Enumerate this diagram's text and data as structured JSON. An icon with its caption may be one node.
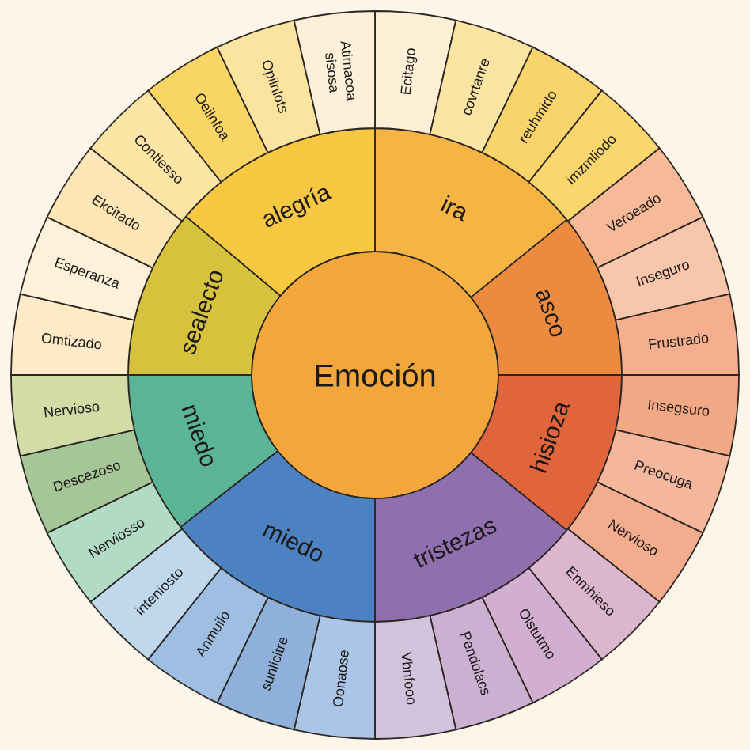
{
  "diagram": {
    "nodes": [
      {
        "text": [
          "Emoción"
        ]
      },
      {
        "text": [
          "ira"
        ]
      },
      {
        "text": [
          "asco"
        ]
      },
      {
        "text": [
          "hisioza"
        ]
      },
      {
        "text": [
          "tristezas"
        ]
      },
      {
        "text": [
          "miedo"
        ]
      },
      {
        "text": [
          "miedo"
        ]
      },
      {
        "text": [
          "sealecto"
        ]
      },
      {
        "text": [
          "alegría"
        ]
      },
      {
        "text": [
          "Ecitago"
        ]
      },
      {
        "text": [
          "covrtanre"
        ]
      },
      {
        "text": [
          "reuhmido"
        ]
      },
      {
        "text": [
          "imzmliodo"
        ]
      },
      {
        "text": [
          "Veroeado"
        ]
      },
      {
        "text": [
          "Inseguro"
        ]
      },
      {
        "text": [
          "Frustrado"
        ]
      },
      {
        "text": [
          "Insegsuro"
        ]
      },
      {
        "text": [
          "Preocuga"
        ]
      },
      {
        "text": [
          "Nervioso"
        ]
      },
      {
        "text": [
          "Enmhieso"
        ]
      },
      {
        "text": [
          "Olstutmo"
        ]
      },
      {
        "text": [
          "Pendolacs"
        ]
      },
      {
        "text": [
          "Vbnfooo"
        ]
      },
      {
        "text": [
          "Oonaose"
        ]
      },
      {
        "text": [
          "sunlicitre"
        ]
      },
      {
        "text": [
          "Anmuilo"
        ]
      },
      {
        "text": [
          "inteniosto"
        ]
      },
      {
        "text": [
          "Nerviosso"
        ]
      },
      {
        "text": [
          "Descezoso"
        ]
      },
      {
        "text": [
          "Nervioso"
        ]
      },
      {
        "text": [
          "Omtizado"
        ]
      },
      {
        "text": [
          "Esperanza"
        ]
      },
      {
        "text": [
          "Ekcitado"
        ]
      },
      {
        "text": [
          "Contiesso"
        ]
      },
      {
        "text": [
          "Oeilnfoa"
        ]
      },
      {
        "text": [
          "Opilnlots"
        ]
      },
      {
        "text": [
          "Atirnacoa sisosa"
        ]
      }
    ]
  }
}
